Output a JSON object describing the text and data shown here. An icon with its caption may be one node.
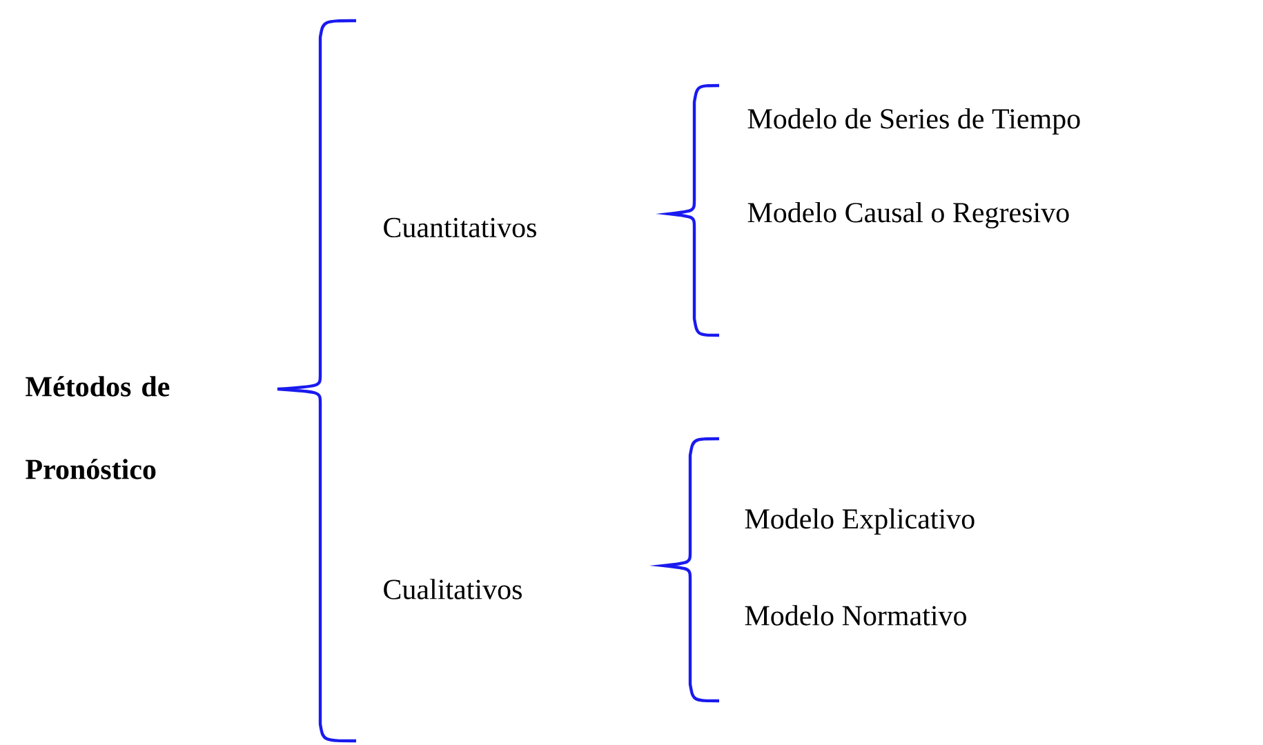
{
  "diagram": {
    "nodes": [
      {
        "text": [
          "Métodos de Pronóstico"
        ]
      },
      {
        "text": [
          "Cuantitativos"
        ]
      },
      {
        "text": [
          "Cualitativos"
        ]
      },
      {
        "text": [
          "Modelo de Series de Tiempo"
        ]
      },
      {
        "text": [
          "Modelo Causal o Regresivo"
        ]
      },
      {
        "text": [
          "Modelo Explicativo"
        ]
      },
      {
        "text": [
          "Modelo Normativo"
        ]
      }
    ]
  }
}
